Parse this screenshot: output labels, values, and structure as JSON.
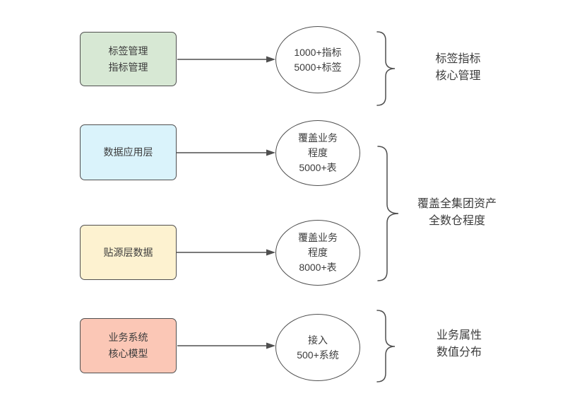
{
  "diagram": {
    "background": "#ffffff",
    "stroke_color": "#4f4f4f",
    "text_color": "#3c3c3c",
    "rows": [
      {
        "box": {
          "fill": "#d7e8d4",
          "lines": [
            "标签管理",
            "指标管理"
          ]
        },
        "ellipse": {
          "fill": "#ffffff",
          "lines": [
            "1000+指标",
            "5000+标签"
          ]
        }
      },
      {
        "box": {
          "fill": "#daf3fb",
          "lines": [
            "数据应用层"
          ]
        },
        "ellipse": {
          "fill": "#ffffff",
          "lines": [
            "覆盖业务",
            "程度",
            "5000+表"
          ]
        }
      },
      {
        "box": {
          "fill": "#fdf2d0",
          "lines": [
            "贴源层数据"
          ]
        },
        "ellipse": {
          "fill": "#ffffff",
          "lines": [
            "覆盖业务",
            "程度",
            "8000+表"
          ]
        }
      },
      {
        "box": {
          "fill": "#fbc7b6",
          "lines": [
            "业务系统",
            "核心模型"
          ]
        },
        "ellipse": {
          "fill": "#ffffff",
          "lines": [
            "接入",
            "500+系统"
          ]
        }
      }
    ],
    "annotations": [
      {
        "lines": [
          "标签指标",
          "核心管理"
        ]
      },
      {
        "lines": [
          "覆盖全集团资产",
          "全数仓程度"
        ]
      },
      {
        "lines": [
          "业务属性",
          "数值分布"
        ]
      }
    ]
  }
}
